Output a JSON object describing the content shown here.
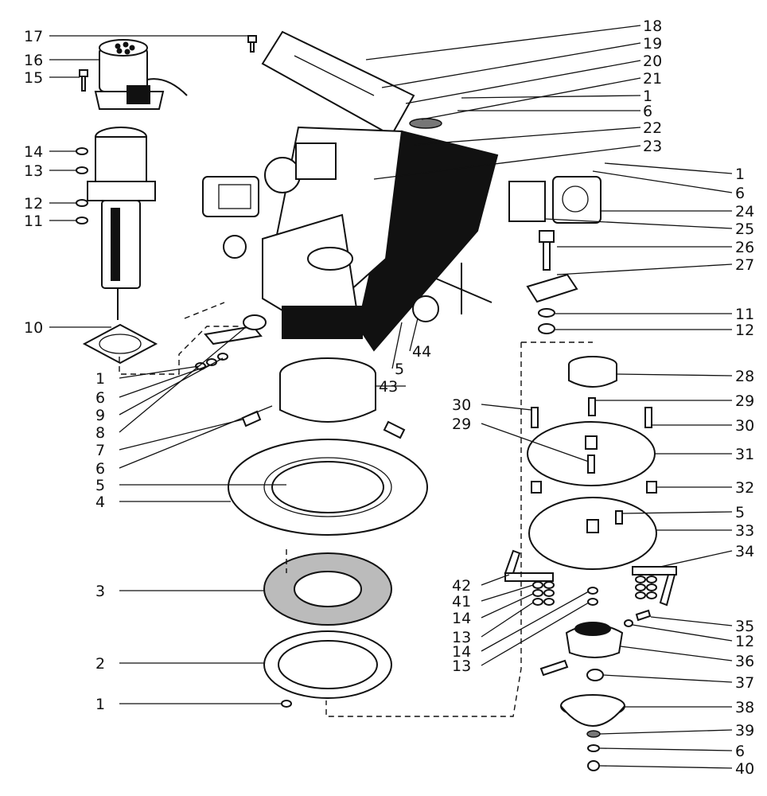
{
  "diagram": {
    "type": "exploded-parts-view",
    "callouts_left": [
      "17",
      "16",
      "15",
      "14",
      "13",
      "12",
      "11",
      "10",
      "1",
      "6",
      "9",
      "8",
      "7",
      "6",
      "5",
      "4",
      "3",
      "2",
      "1"
    ],
    "callouts_right_top": [
      "18",
      "19",
      "20",
      "21",
      "1",
      "6",
      "22",
      "23",
      "1",
      "6",
      "24",
      "25",
      "26",
      "27",
      "11",
      "12"
    ],
    "callouts_right_bottom": [
      "28",
      "29",
      "30",
      "31",
      "32",
      "5",
      "33",
      "34",
      "35",
      "12",
      "36",
      "37",
      "38",
      "39",
      "6",
      "40"
    ],
    "callouts_inner": [
      "44",
      "5",
      "43",
      "30",
      "29",
      "42",
      "41",
      "14",
      "13",
      "14",
      "13"
    ]
  }
}
